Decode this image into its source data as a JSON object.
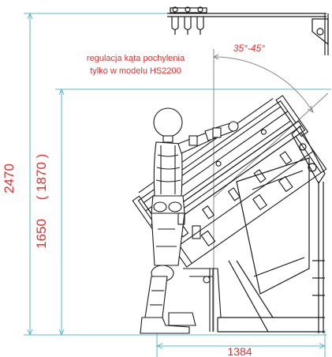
{
  "colors": {
    "dimension": "#5fb8c8",
    "annotation": "#e03030",
    "drawing": "#1a1a1a",
    "angle_arc": "#888888"
  },
  "dimensions": {
    "total_height": "2470",
    "work_height": "1650",
    "work_height_alt": "( 1870 )",
    "base_width": "1384"
  },
  "annotations": {
    "tilt_line1": "regulacja kąta pochylenia",
    "tilt_line2": "tylko w modelu HS2200",
    "angle_range": "35°-45°"
  }
}
